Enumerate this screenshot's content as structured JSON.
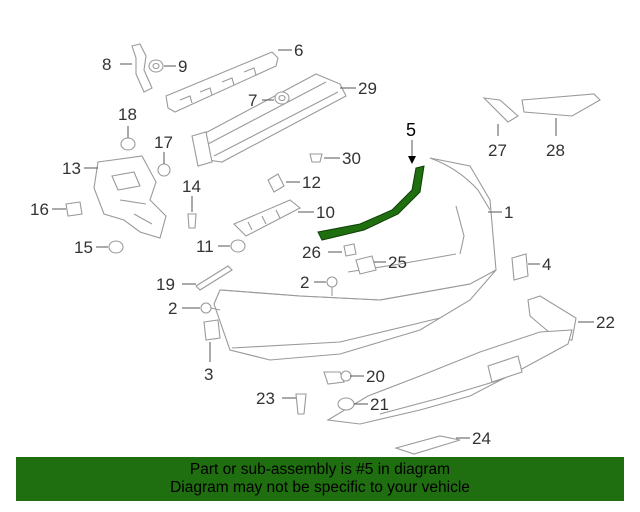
{
  "diagram": {
    "highlight_color": "#1f6e0f",
    "callouts": {
      "c1": "1",
      "c2a": "2",
      "c2b": "2",
      "c3": "3",
      "c4": "4",
      "c5": "5",
      "c6": "6",
      "c7": "7",
      "c8": "8",
      "c9": "9",
      "c10": "10",
      "c11": "11",
      "c12": "12",
      "c13": "13",
      "c14": "14",
      "c15": "15",
      "c16": "16",
      "c17": "17",
      "c18": "18",
      "c19": "19",
      "c20": "20",
      "c21": "21",
      "c22": "22",
      "c23": "23",
      "c24": "24",
      "c25": "25",
      "c26": "26",
      "c27": "27",
      "c28": "28",
      "c29": "29",
      "c30": "30"
    }
  },
  "footer": {
    "line1": "Part or sub-assembly is #5 in diagram",
    "line2": "Diagram may not be specific to your vehicle",
    "background": "#1f6e0f"
  }
}
